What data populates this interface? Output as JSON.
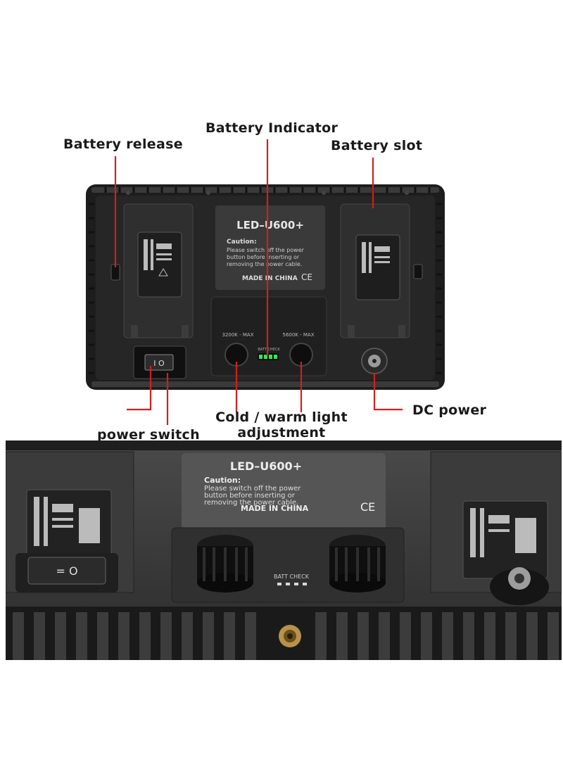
{
  "callouts": {
    "battery_indicator": "Battery Indicator",
    "battery_release": "Battery release",
    "battery_slot": "Battery slot",
    "dc_power": "DC power",
    "cold_warm_line1": "Cold / warm light",
    "cold_warm_line2": "adjustment",
    "power_switch": "power switch"
  },
  "device": {
    "model": "LED–U600+",
    "caution_title": "Caution:",
    "caution_line1": "Please switch off the power",
    "caution_line2": "button before inserting or",
    "caution_line3": "removing the power cable.",
    "made_in": "MADE IN CHINA",
    "ce_mark": "CE",
    "knob_left_label": "3200K - MAX",
    "knob_right_label": "5600K - MAX",
    "batt_check": "BATT CHECK"
  },
  "colors": {
    "callout_line": "#d21f1f",
    "device_body": "#2a2a2a",
    "battery_led": "#2ee85a"
  }
}
